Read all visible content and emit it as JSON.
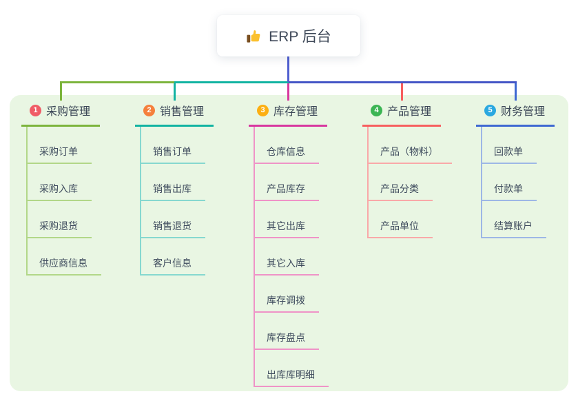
{
  "root": {
    "label": "ERP 后台",
    "icon": "thumbs-up-icon"
  },
  "panel": {
    "bg_color": "#e9f6e3"
  },
  "connector": {
    "root_line_color": "#4f5ed0",
    "bus_right_color": "#4355c6"
  },
  "branches": [
    {
      "num": "1",
      "label": "采购管理",
      "badge_color": "#f05c66",
      "line_color": "#7cb43c",
      "child_line_color": "#b2d788",
      "children": [
        "采购订单",
        "采购入库",
        "采购退货",
        "供应商信息"
      ]
    },
    {
      "num": "2",
      "label": "销售管理",
      "badge_color": "#f5803c",
      "line_color": "#12b3a2",
      "child_line_color": "#86d8cf",
      "children": [
        "销售订单",
        "销售出库",
        "销售退货",
        "客户信息"
      ]
    },
    {
      "num": "3",
      "label": "库存管理",
      "badge_color": "#fcaf12",
      "line_color": "#d8379f",
      "child_line_color": "#ef93c7",
      "children": [
        "仓库信息",
        "产品库存",
        "其它出库",
        "其它入库",
        "库存调拨",
        "库存盘点",
        "出库库明细"
      ]
    },
    {
      "num": "4",
      "label": "产品管理",
      "badge_color": "#3cb554",
      "line_color": "#f75f5f",
      "child_line_color": "#f9a8a8",
      "children": [
        "产品（物料）",
        "产品分类",
        "产品单位"
      ]
    },
    {
      "num": "5",
      "label": "财务管理",
      "badge_color": "#2aa8e0",
      "line_color": "#3e68d2",
      "child_line_color": "#9db7e6",
      "children": [
        "回款单",
        "付款单",
        "结算账户"
      ]
    }
  ]
}
